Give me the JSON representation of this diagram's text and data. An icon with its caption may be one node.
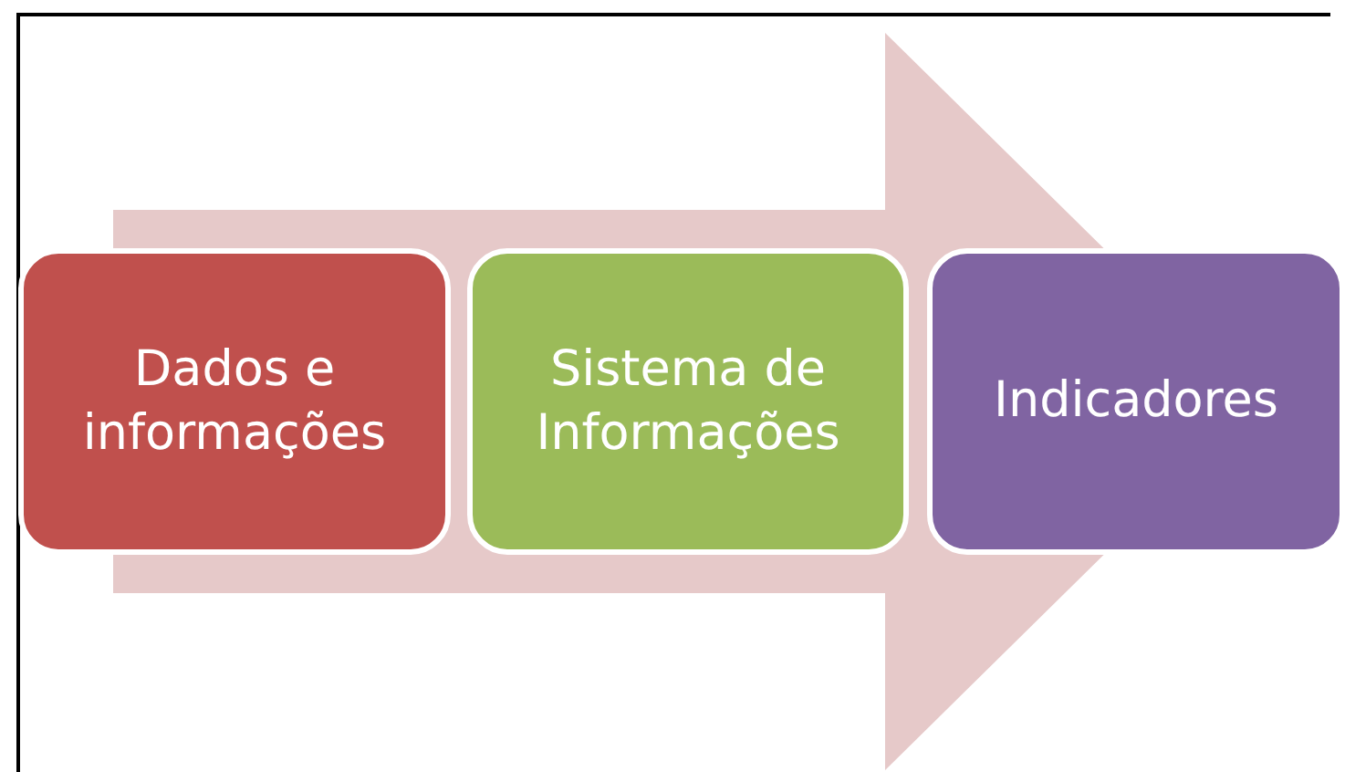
{
  "diagram": {
    "nodes": [
      {
        "text": [
          "Dados e informações"
        ]
      },
      {
        "text": [
          "Sistema de Informações"
        ]
      },
      {
        "text": [
          "Indicadores"
        ]
      }
    ],
    "edges": [
      {
        "from": 0,
        "to": 2,
        "arrow": "to",
        "style": "thick",
        "color": "#e6c9c9"
      }
    ]
  }
}
